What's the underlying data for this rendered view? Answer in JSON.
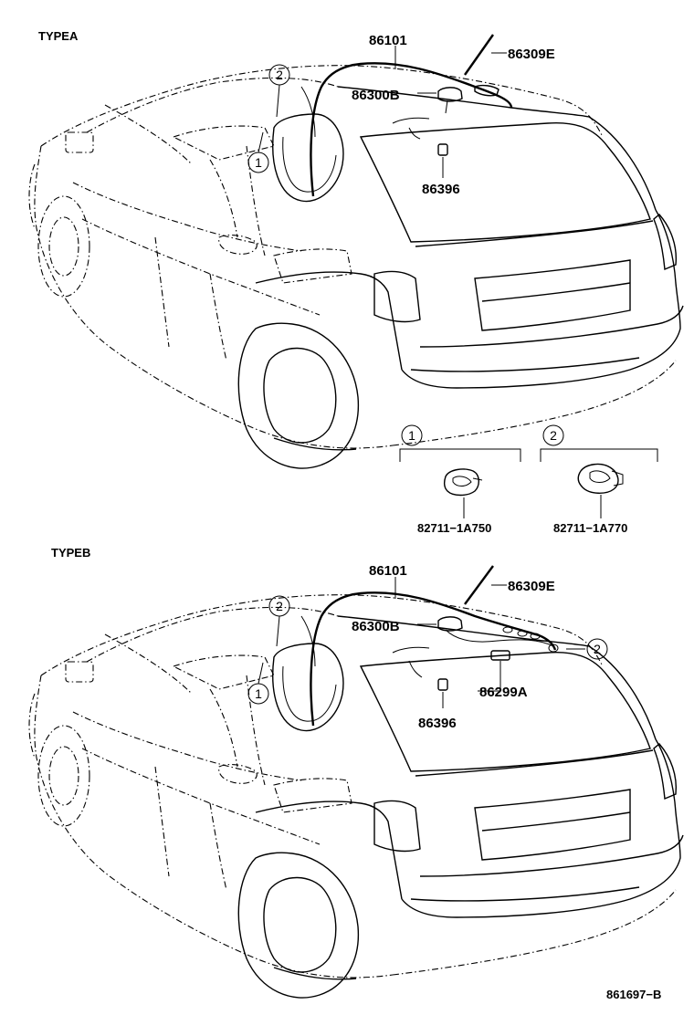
{
  "type_a": {
    "title": "TYPEA",
    "part_antenna_cord": "86101",
    "part_antenna_pole": "86309E",
    "part_antenna_base": "86300B",
    "part_grommet": "86396",
    "callout_1": "1",
    "callout_2": "2",
    "detail_1_number": "1",
    "detail_1_part": "82711−1A750",
    "detail_2_number": "2",
    "detail_2_part": "82711−1A770"
  },
  "type_b": {
    "title": "TYPEB",
    "part_antenna_cord": "86101",
    "part_antenna_pole": "86309E",
    "part_antenna_base": "86300B",
    "part_grommet": "86396",
    "part_amplifier": "86299A",
    "callout_1": "1",
    "callout_2_front": "2",
    "callout_2_rear": "2"
  },
  "figure_id": "861697−B"
}
